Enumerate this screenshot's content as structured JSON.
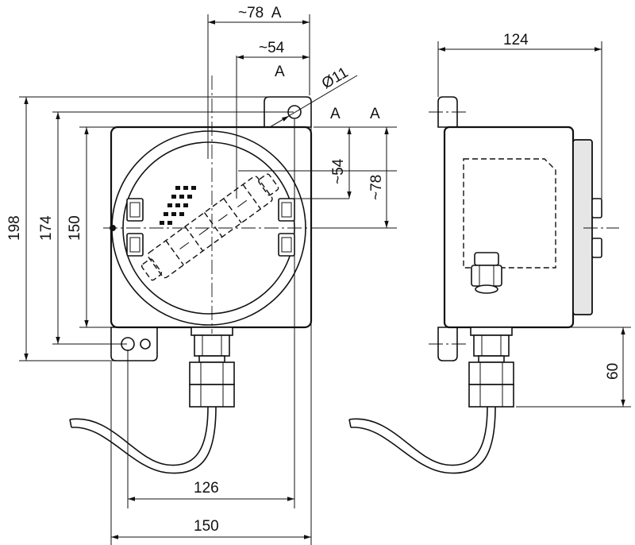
{
  "dimensions": {
    "approx_78_top": "~78  A",
    "approx_54_top": "~54",
    "section_a_top": "A",
    "diameter": "Ø11",
    "section_a_right_1": "A",
    "section_a_right_2": "A",
    "approx_54_vert": "~54",
    "approx_78_vert": "~78",
    "height_198": "198",
    "height_174": "174",
    "height_150": "150",
    "width_124": "124",
    "width_126": "126",
    "width_150": "150",
    "height_60": "60"
  }
}
